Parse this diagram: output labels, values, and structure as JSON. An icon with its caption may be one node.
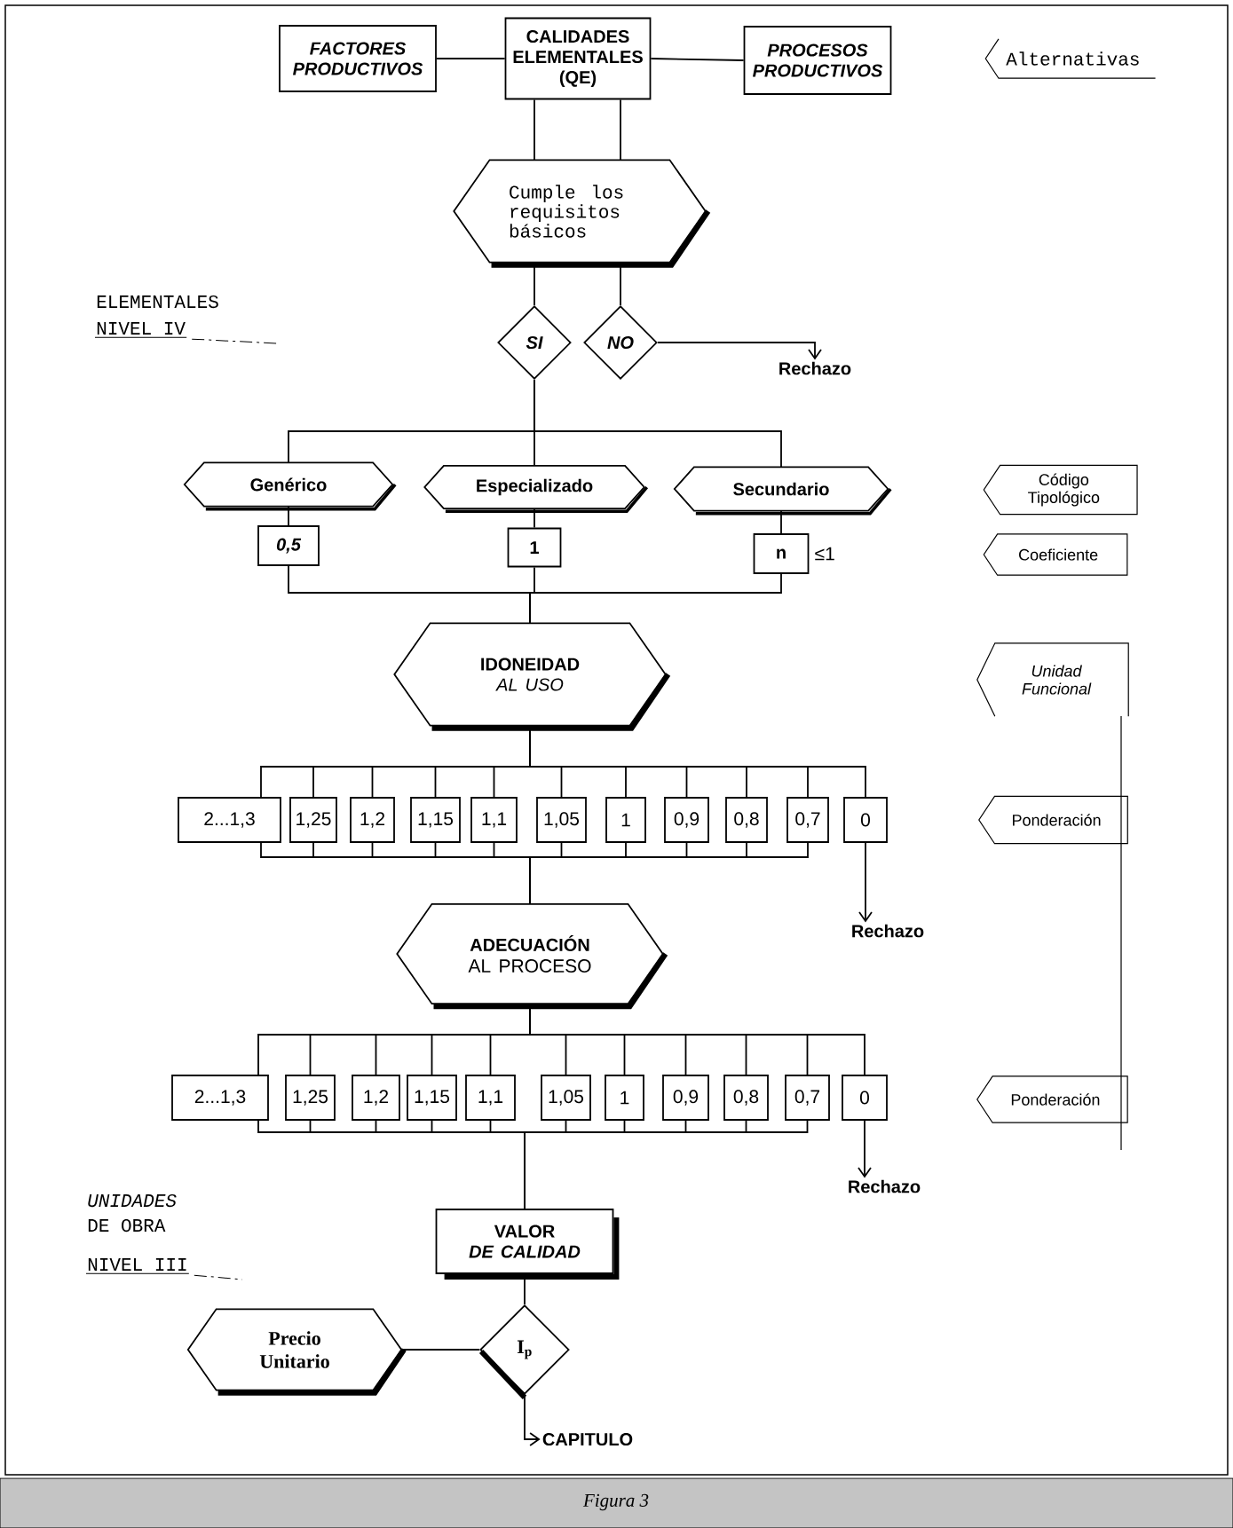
{
  "diagram": {
    "caption": "Figura 3",
    "nodes": [
      {
        "text": [
          "FACTORES PRODUCTIVOS"
        ]
      },
      {
        "text": [
          "CALIDADES ELEMENTALES (QE)"
        ]
      },
      {
        "text": [
          "PROCESOS PRODUCTIVOS"
        ]
      },
      {
        "text": [
          "Alternativas"
        ]
      },
      {
        "text": [
          "Cumple los requisitos básicos"
        ]
      },
      {
        "text": [
          "SI"
        ]
      },
      {
        "text": [
          "NO"
        ]
      },
      {
        "text": [
          "Rechazo"
        ]
      },
      {
        "text": [
          "Genérico"
        ]
      },
      {
        "text": [
          "Especializado"
        ]
      },
      {
        "text": [
          "Secundario"
        ]
      },
      {
        "text": [
          "Código Tipológico"
        ]
      },
      {
        "text": [
          "0,5"
        ]
      },
      {
        "text": [
          "1"
        ]
      },
      {
        "text": [
          "n"
        ],
        "beside": [
          "≤1"
        ]
      },
      {
        "text": [
          "Coeficiente"
        ]
      },
      {
        "text": [
          "IDONEIDAD",
          "AL USO"
        ]
      },
      {
        "text": [
          "Unidad Funcional"
        ]
      },
      {
        "text": [
          "2...1,3"
        ]
      },
      {
        "text": [
          "1,25"
        ]
      },
      {
        "text": [
          "1,2"
        ]
      },
      {
        "text": [
          "1,15"
        ]
      },
      {
        "text": [
          "1,1"
        ]
      },
      {
        "text": [
          "1,05"
        ]
      },
      {
        "text": [
          "1"
        ]
      },
      {
        "text": [
          "0,9"
        ]
      },
      {
        "text": [
          "0,8"
        ]
      },
      {
        "text": [
          "0,7"
        ]
      },
      {
        "text": [
          "0"
        ]
      },
      {
        "text": [
          "Ponderación"
        ]
      },
      {
        "text": [
          "Rechazo"
        ]
      },
      {
        "text": [
          "ADECUACIÓN",
          "AL PROCESO"
        ]
      },
      {
        "text": [
          "2...1,3"
        ]
      },
      {
        "text": [
          "1,25"
        ]
      },
      {
        "text": [
          "1,2"
        ]
      },
      {
        "text": [
          "1,15"
        ]
      },
      {
        "text": [
          "1,1"
        ]
      },
      {
        "text": [
          "1,05"
        ]
      },
      {
        "text": [
          "1"
        ]
      },
      {
        "text": [
          "0,9"
        ]
      },
      {
        "text": [
          "0,8"
        ]
      },
      {
        "text": [
          "0,7"
        ]
      },
      {
        "text": [
          "0"
        ]
      },
      {
        "text": [
          "Ponderación"
        ]
      },
      {
        "text": [
          "Rechazo"
        ]
      },
      {
        "text": [
          "VALOR",
          "DE CALIDAD"
        ]
      },
      {
        "text": [
          "Precio Unitario"
        ]
      },
      {
        "text": [
          "I$_{p}$"
        ]
      },
      {
        "text": [
          "CAPITULO"
        ]
      }
    ],
    "edges": [
      {
        "from": 0,
        "to": 1,
        "arrow": "none"
      },
      {
        "from": 1,
        "to": 2,
        "arrow": "none"
      },
      {
        "from": 1,
        "to": 4,
        "arrow": "none"
      },
      {
        "from": 1,
        "to": 4,
        "arrow": "none"
      },
      {
        "from": 4,
        "to": 5,
        "arrow": "none"
      },
      {
        "from": 4,
        "to": 6,
        "arrow": "none"
      },
      {
        "from": 6,
        "to": 7,
        "arrow": "to"
      },
      {
        "from": 5,
        "to": 8,
        "arrow": "none"
      },
      {
        "from": 5,
        "to": 9,
        "arrow": "none"
      },
      {
        "from": 5,
        "to": 10,
        "arrow": "none"
      },
      {
        "from": 8,
        "to": 12,
        "arrow": "none"
      },
      {
        "from": 9,
        "to": 13,
        "arrow": "none"
      },
      {
        "from": 10,
        "to": 14,
        "arrow": "none"
      },
      {
        "from": 12,
        "to": 16,
        "arrow": "none"
      },
      {
        "from": 13,
        "to": 16,
        "arrow": "none"
      },
      {
        "from": 14,
        "to": 16,
        "arrow": "none"
      },
      {
        "from": 16,
        "to": 18,
        "arrow": "none"
      },
      {
        "from": 16,
        "to": 19,
        "arrow": "none"
      },
      {
        "from": 16,
        "to": 20,
        "arrow": "none"
      },
      {
        "from": 16,
        "to": 21,
        "arrow": "none"
      },
      {
        "from": 16,
        "to": 22,
        "arrow": "none"
      },
      {
        "from": 16,
        "to": 23,
        "arrow": "none"
      },
      {
        "from": 16,
        "to": 24,
        "arrow": "none"
      },
      {
        "from": 16,
        "to": 25,
        "arrow": "none"
      },
      {
        "from": 16,
        "to": 26,
        "arrow": "none"
      },
      {
        "from": 16,
        "to": 27,
        "arrow": "none"
      },
      {
        "from": 16,
        "to": 28,
        "arrow": "none"
      },
      {
        "from": 18,
        "to": 31,
        "arrow": "none"
      },
      {
        "from": 19,
        "to": 31,
        "arrow": "none"
      },
      {
        "from": 20,
        "to": 31,
        "arrow": "none"
      },
      {
        "from": 21,
        "to": 31,
        "arrow": "none"
      },
      {
        "from": 22,
        "to": 31,
        "arrow": "none"
      },
      {
        "from": 23,
        "to": 31,
        "arrow": "none"
      },
      {
        "from": 24,
        "to": 31,
        "arrow": "none"
      },
      {
        "from": 25,
        "to": 31,
        "arrow": "none"
      },
      {
        "from": 26,
        "to": 31,
        "arrow": "none"
      },
      {
        "from": 27,
        "to": 31,
        "arrow": "none"
      },
      {
        "from": 28,
        "to": 30,
        "arrow": "to"
      },
      {
        "from": 31,
        "to": 32,
        "arrow": "none"
      },
      {
        "from": 31,
        "to": 33,
        "arrow": "none"
      },
      {
        "from": 31,
        "to": 34,
        "arrow": "none"
      },
      {
        "from": 31,
        "to": 35,
        "arrow": "none"
      },
      {
        "from": 31,
        "to": 36,
        "arrow": "none"
      },
      {
        "from": 31,
        "to": 37,
        "arrow": "none"
      },
      {
        "from": 31,
        "to": 38,
        "arrow": "none"
      },
      {
        "from": 31,
        "to": 39,
        "arrow": "none"
      },
      {
        "from": 31,
        "to": 40,
        "arrow": "none"
      },
      {
        "from": 31,
        "to": 41,
        "arrow": "none"
      },
      {
        "from": 31,
        "to": 42,
        "arrow": "none"
      },
      {
        "from": 32,
        "to": 45,
        "arrow": "none"
      },
      {
        "from": 33,
        "to": 45,
        "arrow": "none"
      },
      {
        "from": 34,
        "to": 45,
        "arrow": "none"
      },
      {
        "from": 35,
        "to": 45,
        "arrow": "none"
      },
      {
        "from": 36,
        "to": 45,
        "arrow": "none"
      },
      {
        "from": 37,
        "to": 45,
        "arrow": "none"
      },
      {
        "from": 38,
        "to": 45,
        "arrow": "none"
      },
      {
        "from": 39,
        "to": 45,
        "arrow": "none"
      },
      {
        "from": 40,
        "to": 45,
        "arrow": "none"
      },
      {
        "from": 41,
        "to": 45,
        "arrow": "none"
      },
      {
        "from": 42,
        "to": 44,
        "arrow": "to"
      },
      {
        "from": 45,
        "to": 47,
        "arrow": "none"
      },
      {
        "from": 46,
        "to": 47,
        "arrow": "none"
      },
      {
        "from": 47,
        "to": 48,
        "arrow": "to"
      }
    ],
    "labels": [
      "ELEMENTALES",
      "NIVEL IV",
      "UNIDADES",
      "DE OBRA",
      "NIVEL III"
    ]
  }
}
